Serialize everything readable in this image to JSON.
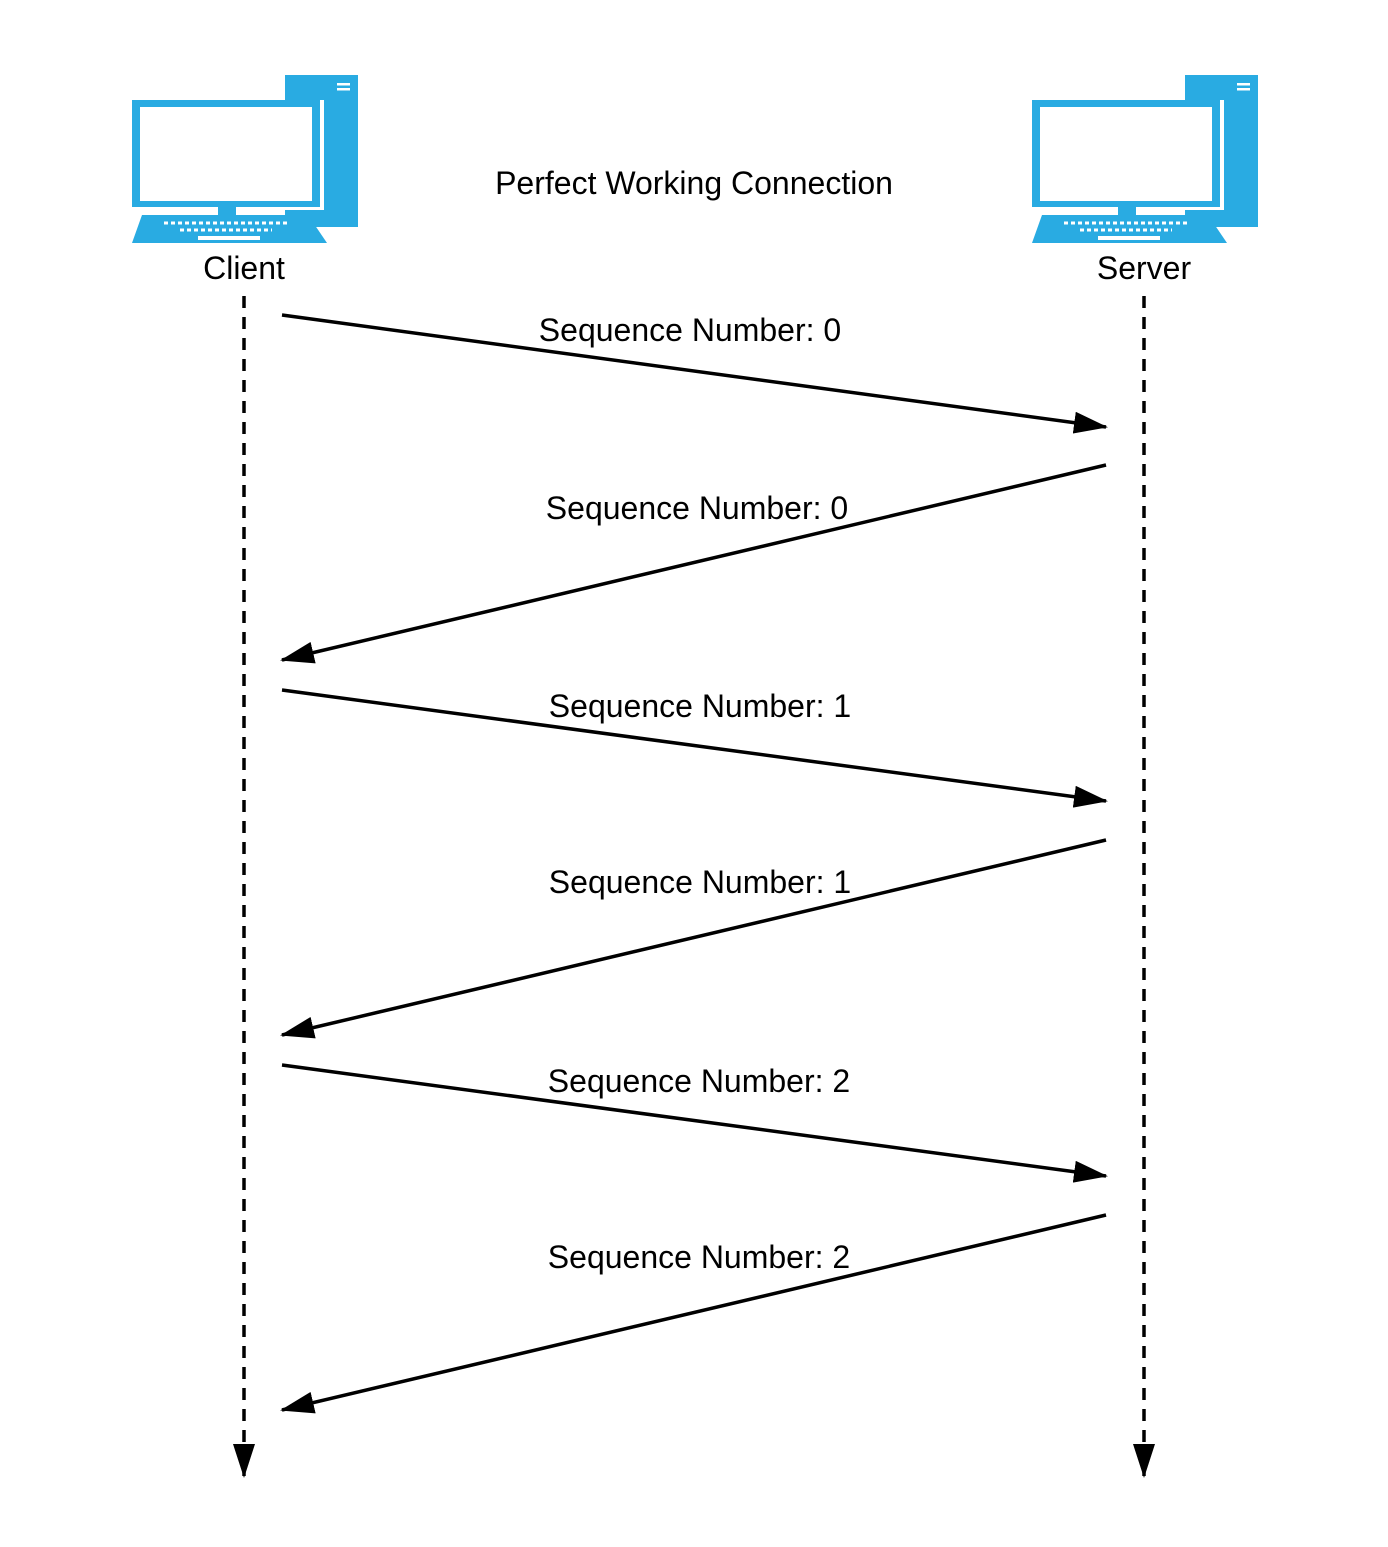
{
  "diagram": {
    "title": "Perfect Working Connection",
    "icon_color": "#29abe2",
    "line_color": "#000000",
    "participants": [
      {
        "id": "client",
        "label": "Client",
        "icon": "desktop-computer-icon"
      },
      {
        "id": "server",
        "label": "Server",
        "icon": "desktop-computer-icon"
      }
    ],
    "messages": [
      {
        "from": "Client",
        "to": "Server",
        "label": "Sequence Number: 0"
      },
      {
        "from": "Server",
        "to": "Client",
        "label": "Sequence Number: 0"
      },
      {
        "from": "Client",
        "to": "Server",
        "label": "Sequence Number: 1"
      },
      {
        "from": "Server",
        "to": "Client",
        "label": "Sequence Number: 1"
      },
      {
        "from": "Client",
        "to": "Server",
        "label": "Sequence Number: 2"
      },
      {
        "from": "Server",
        "to": "Client",
        "label": "Sequence Number: 2"
      }
    ]
  }
}
